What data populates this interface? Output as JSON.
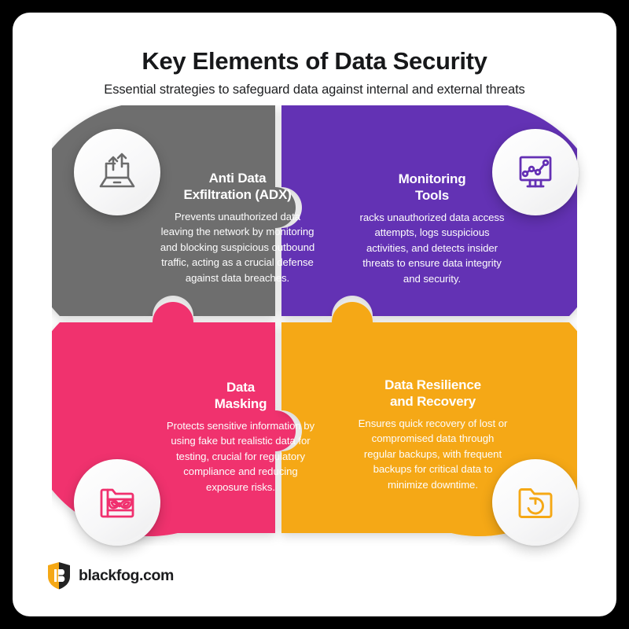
{
  "header": {
    "title": "Key Elements of Data Security",
    "subtitle": "Essential strategies to safeguard data against internal and external threats"
  },
  "quadrants": [
    {
      "id": "anti-data-exfiltration",
      "title": "Anti Data\nExfiltration (ADX)",
      "title_line1": "Anti Data",
      "title_line2": "Exfiltration (ADX)",
      "body": "Prevents unauthorized data leaving the network by monitoring and blocking suspicious outbound traffic, acting as a crucial defense against data breaches.",
      "color": "#6e6e6e",
      "icon": "laptop-upload-icon",
      "position": "top-left"
    },
    {
      "id": "monitoring-tools",
      "title_line1": "Monitoring",
      "title_line2": "Tools",
      "body": "racks unauthorized data access attempts, logs suspicious activities, and detects insider threats to ensure data integrity and security.",
      "color": "#6430b4",
      "icon": "monitor-chart-icon",
      "position": "top-right"
    },
    {
      "id": "data-masking",
      "title_line1": "Data",
      "title_line2": "Masking",
      "body": "Protects sensitive information by using fake but realistic data for testing, crucial for regulatory compliance and reducing exposure risks.",
      "color": "#f0306e",
      "icon": "folder-mask-icon",
      "position": "bottom-left"
    },
    {
      "id": "data-resilience-and-recovery",
      "title_line1": "Data Resilience",
      "title_line2": "and Recovery",
      "body": "Ensures quick recovery of lost or compromised data through regular backups, with frequent backups for critical data to minimize downtime.",
      "color": "#f5a815",
      "icon": "folder-restore-icon",
      "position": "bottom-right"
    }
  ],
  "logo": {
    "text": "blackfog.com",
    "mark": "blackfog-shield-icon",
    "shield_accent": "#f5a815",
    "shield_dark": "#232323"
  },
  "theme": {
    "page_background": "#000000",
    "card_background": "#ffffff",
    "title_color": "#17181a",
    "divider_color": "#ffffff"
  }
}
